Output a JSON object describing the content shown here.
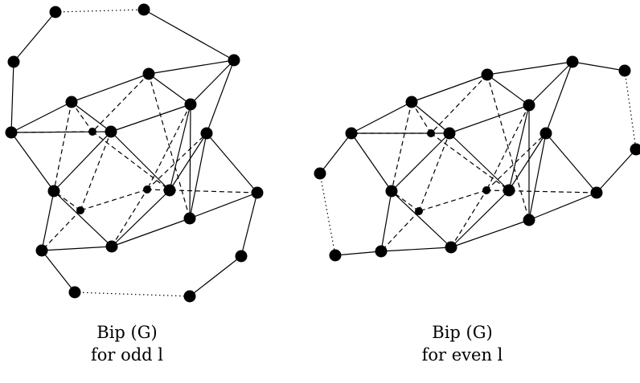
{
  "captions": {
    "left": {
      "title": "Bip (G)",
      "subtitle": "for odd l"
    },
    "right": {
      "title": "Bip (G)",
      "subtitle": "for even l"
    }
  },
  "colors": {
    "stroke": "#000000",
    "vertex": "#000000",
    "background": "#ffffff"
  }
}
